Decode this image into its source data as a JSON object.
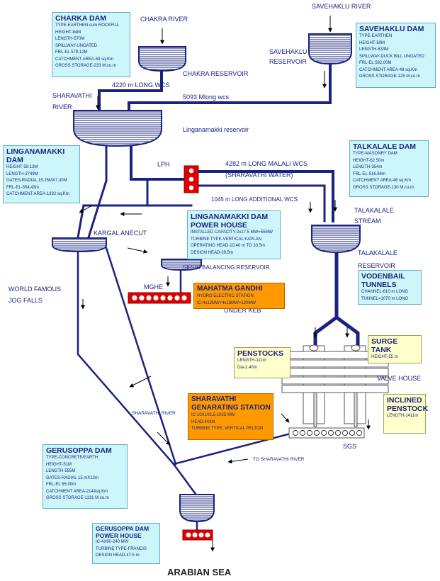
{
  "colors": {
    "water": "#1a237e",
    "box_blue": "#cdf6fb",
    "box_yellow": "#ffffcc",
    "box_orange": "#ff9900",
    "station_red": "#e00000"
  },
  "labels": {
    "chakra_river": "CHAKRA RIVER",
    "savehaklu_river": "SAVEHAKLU RIVER",
    "chakra_reservoir": "CHAKRA RESERVOIR",
    "savehaklu_reservoir_1": "SAVEHAKLU",
    "savehaklu_reservoir_2": "RESERVOIR",
    "wcs_4220": "4220 m LONG WCS",
    "wcs_5093": "5093 Mlong wcs",
    "sharavathi_river_1": "SHARAVATHI",
    "sharavathi_river_2": "RIVER",
    "linganamakki_reservoir": "Linganamakki reservoir",
    "lph": "LPH",
    "malali_wcs": "4282 m LONG MALALI WCS",
    "sharavathi_water": "(SHARAVATHI WATER)",
    "additional_wcs": "1045 m LONG ADDITIONAL WCS",
    "talakalale_stream_1": "TALAKALALE",
    "talakalale_stream_2": "STREAM",
    "talakalale_reservoir_1": "TALAKALALE",
    "talakalale_reservoir_2": "RESERVOIR",
    "kargal_anecut": "KARGAL ANECUT",
    "sirur_balancing": "SIRUR BALANCING RESERVOIR",
    "world_famous": "WORLD FAMOUS",
    "jog_falls": "JOG FALLS",
    "mghe": "MGHE",
    "under_keb": "UNDER KEB",
    "valve_house": "VALVE HOUSE",
    "sharavathi_river_mid": "SHARAVATHI RIVER",
    "sgs": "SGS",
    "to_sharavathi_river": "TO SHARAVATHI RIVER",
    "arabian_sea": "ARABIAN SEA"
  },
  "boxes": {
    "charka_dam": {
      "title": "CHARKA DAM",
      "lines": [
        "TYPE-EARTHEN cum ROCKFILL",
        "HEIGHT-84M",
        "LENGTH-570M",
        "SPILLWAY-UNGATED",
        "FRL-EL 579.12M",
        "CATCHMENT AREA-59 sq.Km",
        "GROSS STORAGE-233 M.cu.m"
      ]
    },
    "savehaklu_dam": {
      "title": "SAVEHAKLU DAM",
      "lines": [
        "TYPE-EARTHEN",
        "HEIGHT-50M",
        "LENGTH-633M",
        "SPILLWAY-DUCK BILL UNGATED",
        "FRL-EL 582.00M",
        "CATCHMENT AREA-48 sq.Km",
        "GROSS STORAGE-125 M.cu.m"
      ]
    },
    "linganamakki_dam": {
      "title": "LINGANAMAKKI DAM",
      "lines": [
        "HEIGHT-59.13M",
        "LENGTH-2749M",
        "GATES-RADIAL 15.25MX7.30M",
        "FRL-EL-554.43m",
        "CATCHMENT AREA-1332 sq.Km"
      ]
    },
    "talkalale_dam": {
      "title": "TALKALALE DAM",
      "lines": [
        "TYPE-MASONRY DAM",
        "HEIGHT-62.50m",
        "LENGTH-354m",
        "FRL-EL-516.64m",
        "CATCHMENT AREA-46 sq.Km",
        "GROSS STORAGE-130 M.cu.m"
      ]
    },
    "linganamakki_ph": {
      "title": "LINGANAMAKKI DAM POWER HOUSE",
      "lines": [
        "INSTALLED CAPACITY-2x27.5 MW=55MW",
        "TURBINE TYPE-VERTICAL KAPLAN",
        "OPERATING HEAD-10.40 m TO 33.5m",
        "DESIGN HEAD-29.5m"
      ]
    },
    "vodenbail": {
      "title": "VODENBAIL TUNNELS",
      "lines": [
        "CHANNEL-610 m LONG",
        "TUNNEL=1070 m LONG"
      ]
    },
    "mahatma": {
      "title": "MAHATMA GANDHI",
      "lines": [
        "HYDRO ELECTRIC STATION",
        "IC-4x12MW+4x18MW=120MW"
      ]
    },
    "penstocks": {
      "title": "PENSTOCKS",
      "lines": [
        "LENGTH-111m",
        "Dia-2.40m"
      ]
    },
    "surge_tank": {
      "title": "SURGE TANK",
      "lines": [
        "HEIGHT-55 m"
      ]
    },
    "sgs_box": {
      "title": "SHARAVATHI GENARATING STATION",
      "lines": [
        "IC-10X103.5-1035 MW",
        "HEAD:443M",
        "TURBINE TYPE: VERTICAL PELTON"
      ]
    },
    "inclined_penstock": {
      "title": "INCLINED PENSTOCK",
      "lines": [
        "LENGTH-1411m"
      ]
    },
    "gerusoppa_dam": {
      "title": "GERUSOPPA DAM",
      "lines": [
        "TYPE-CONCRETE/EARTH",
        "HEIGHT-51M",
        "LENGTH-555M",
        "GATES-RADIAL 15 mX12m",
        "FRL-EL 55.00m",
        "CATCHMENT AREA-2144sq.Km",
        "GROSS STORAGE-1131 M.cu.m"
      ]
    },
    "gerusoppa_ph": {
      "title": "GERUSOPPA DAM POWER HOUSE",
      "lines": [
        "IC-4X60-240 MW",
        "TURBINE TYPE-FRANCIS",
        "DESIGN HEAD-47.5 m"
      ]
    }
  }
}
